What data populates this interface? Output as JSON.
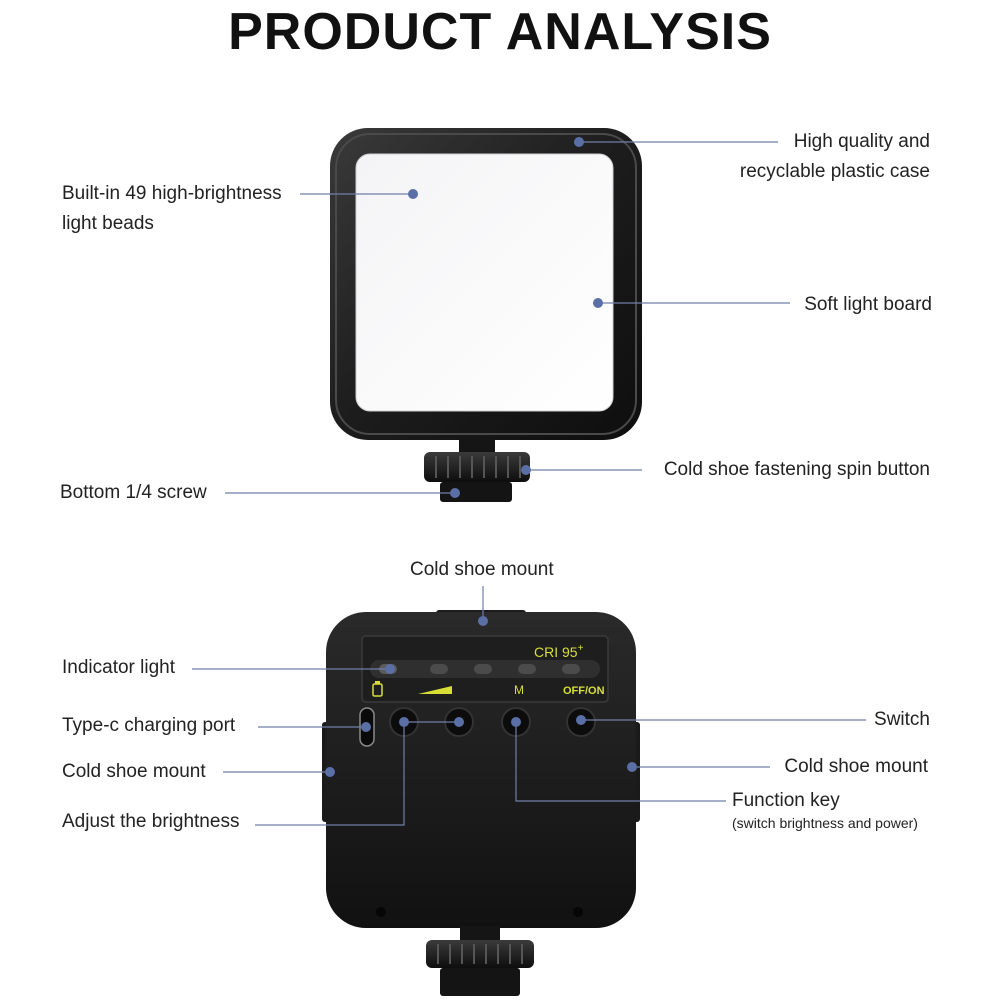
{
  "title": "PRODUCT ANALYSIS",
  "front_labels": {
    "case": "High quality and\nrecyclable plastic case",
    "beads": "Built-in 49 high-brightness\nlight beads",
    "soft_board": "Soft light board",
    "spin_button": "Cold shoe fastening spin button",
    "screw": "Bottom 1/4 screw"
  },
  "back_labels": {
    "top_mount": "Cold shoe mount",
    "indicator": "Indicator light",
    "typec": "Type-c charging port",
    "left_mount": "Cold shoe mount",
    "brightness": "Adjust the brightness",
    "switch": "Switch",
    "right_mount": "Cold shoe mount",
    "function_key": "Function key",
    "function_key_note": "(switch brightness and power)"
  },
  "panel_text": {
    "cri": "CRI 95",
    "cri_sup": "+",
    "m_label": "M",
    "offon_label": "OFF/ON"
  },
  "colors": {
    "leader": "#6f7fa8",
    "dot": "#5a6fa6",
    "device": "#1a1a1a",
    "panel_text": "#d7df37"
  }
}
